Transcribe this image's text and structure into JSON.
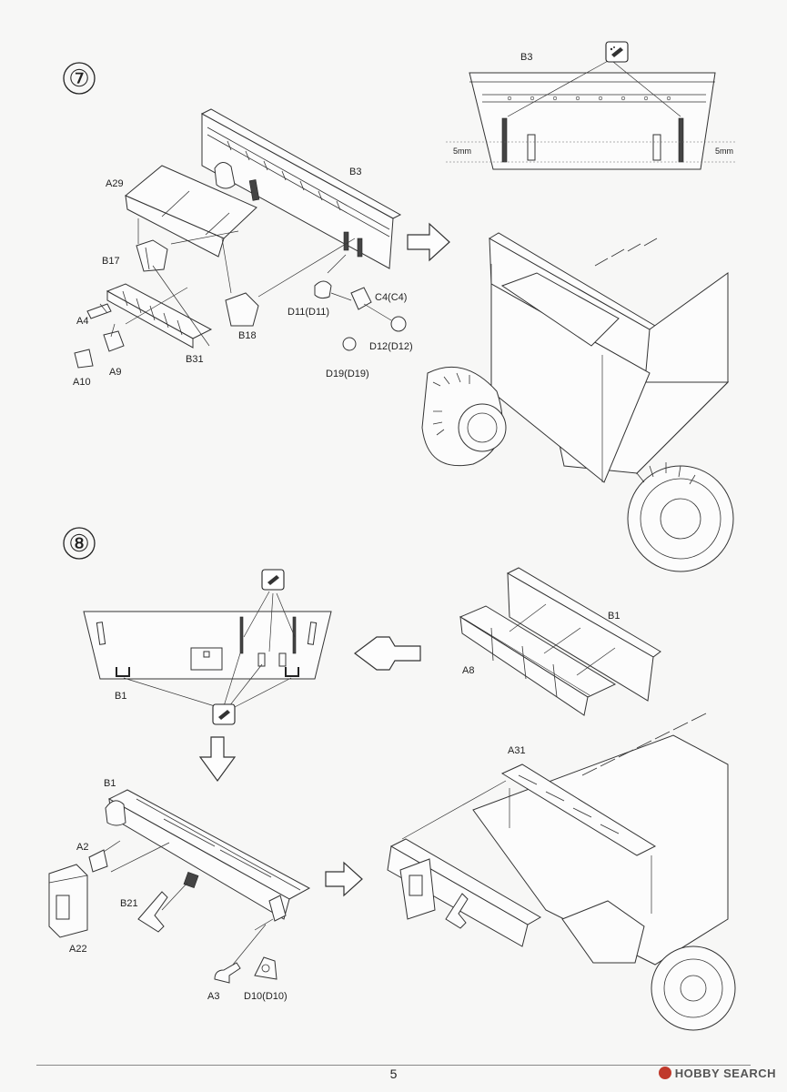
{
  "steps": {
    "seven": {
      "number": "⑦",
      "labels": {
        "a29": "A29",
        "b3": "B3",
        "b17": "B17",
        "a4": "A4",
        "a9": "A9",
        "a10": "A10",
        "b31": "B31",
        "b18": "B18",
        "d11": "D11(D11)",
        "c4": "C4(C4)",
        "d12": "D12(D12)",
        "d19": "D19(D19)"
      },
      "detail": {
        "b3": "B3",
        "left_dim": "5mm",
        "right_dim": "5mm",
        "icon": "cement-glue-icon"
      }
    },
    "eight": {
      "number": "⑧",
      "labels": {
        "b1_top": "B1",
        "a8": "A8",
        "b1_left": "B1",
        "b1_lower": "B1",
        "a2": "A2",
        "b21": "B21",
        "a22": "A22",
        "a3": "A3",
        "d10": "D10(D10)",
        "a31": "A31"
      }
    }
  },
  "footer": {
    "page_number": "5",
    "watermark": "HOBBY SEARCH"
  }
}
